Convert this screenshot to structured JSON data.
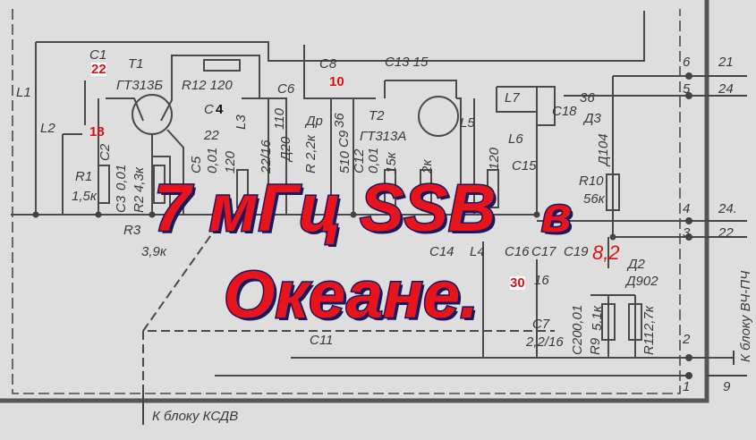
{
  "overlay": {
    "line1": "7 мГц SSB",
    "line1b": "в",
    "line2": "Океане."
  },
  "colors": {
    "overlay_fill": "#e8141c",
    "overlay_outline": "#1b1660",
    "annotation": "#e01010",
    "ink": "#3a3a3a",
    "paper": "#dddedd"
  },
  "labels": {
    "L1": "L1",
    "L2": "L2",
    "C1": "C1",
    "C1_val": "22",
    "C2": "C2",
    "C2_val": "18",
    "T1": "T1",
    "T1_type": "ГТ313Б",
    "R12": "R12 120",
    "C6": "С6",
    "C8": "С8",
    "C8_val": "10",
    "C4": "С",
    "C4_val": "4",
    "C4_cap": "22",
    "L3": "L3",
    "C6_val": "110",
    "D1": "Д20",
    "Dr": "Др",
    "Dr_val": "36",
    "C9": "С9",
    "T2": "T2",
    "T2_type": "ГТ313А",
    "C13": "С13  15",
    "L5": "L5",
    "L7": "L7",
    "L6": "L6",
    "C18": "С18",
    "D3_val": "36",
    "D3": "Д3",
    "D104": "Д104",
    "R10": "R10",
    "R10_val": "56к",
    "C15": "С15",
    "R_120": "120",
    "R_15k": "15к",
    "R_2k": "2к",
    "C9_val": "510",
    "C12_val": "0,01",
    "C12": "С12",
    "R1": "R1",
    "R1_val": "1,5к",
    "C3": "С3",
    "C3_val": "0,01",
    "R2": "R2",
    "R2_val": "4,3к",
    "R3": "R3",
    "R3_val": "3,9к",
    "C5": "С5",
    "C5_val": "0,01",
    "R5_val": "120",
    "C_22_16": "22/16",
    "R_2k_b": "R  2,2к",
    "C14": "С14",
    "L4": "L4",
    "C16": "С16",
    "C17": "С17",
    "C19": "С19",
    "D2_val": "8,2",
    "D2": "Д2",
    "D902": "Д902",
    "C17_val": "16",
    "C16_val": "30",
    "C7": "С7",
    "C7_val": "2,2/16",
    "C20": "С20",
    "C20_val": "0,01",
    "R9": "R9",
    "R9_val": "5,1к",
    "R11": "R11",
    "R11_val": "2,7к",
    "C11": "С11"
  },
  "pins": {
    "p6": "6",
    "p5": "5",
    "p4": "4",
    "p3": "3",
    "p2": "2",
    "p1": "1"
  },
  "outputs": {
    "o21": "21",
    "o24a": "24",
    "o24b": "24.",
    "o22": "22",
    "o9": "9"
  },
  "destinations": {
    "ksdv": "К блоку КСДВ",
    "vch": "К блоку ВЧ-ПЧ"
  }
}
